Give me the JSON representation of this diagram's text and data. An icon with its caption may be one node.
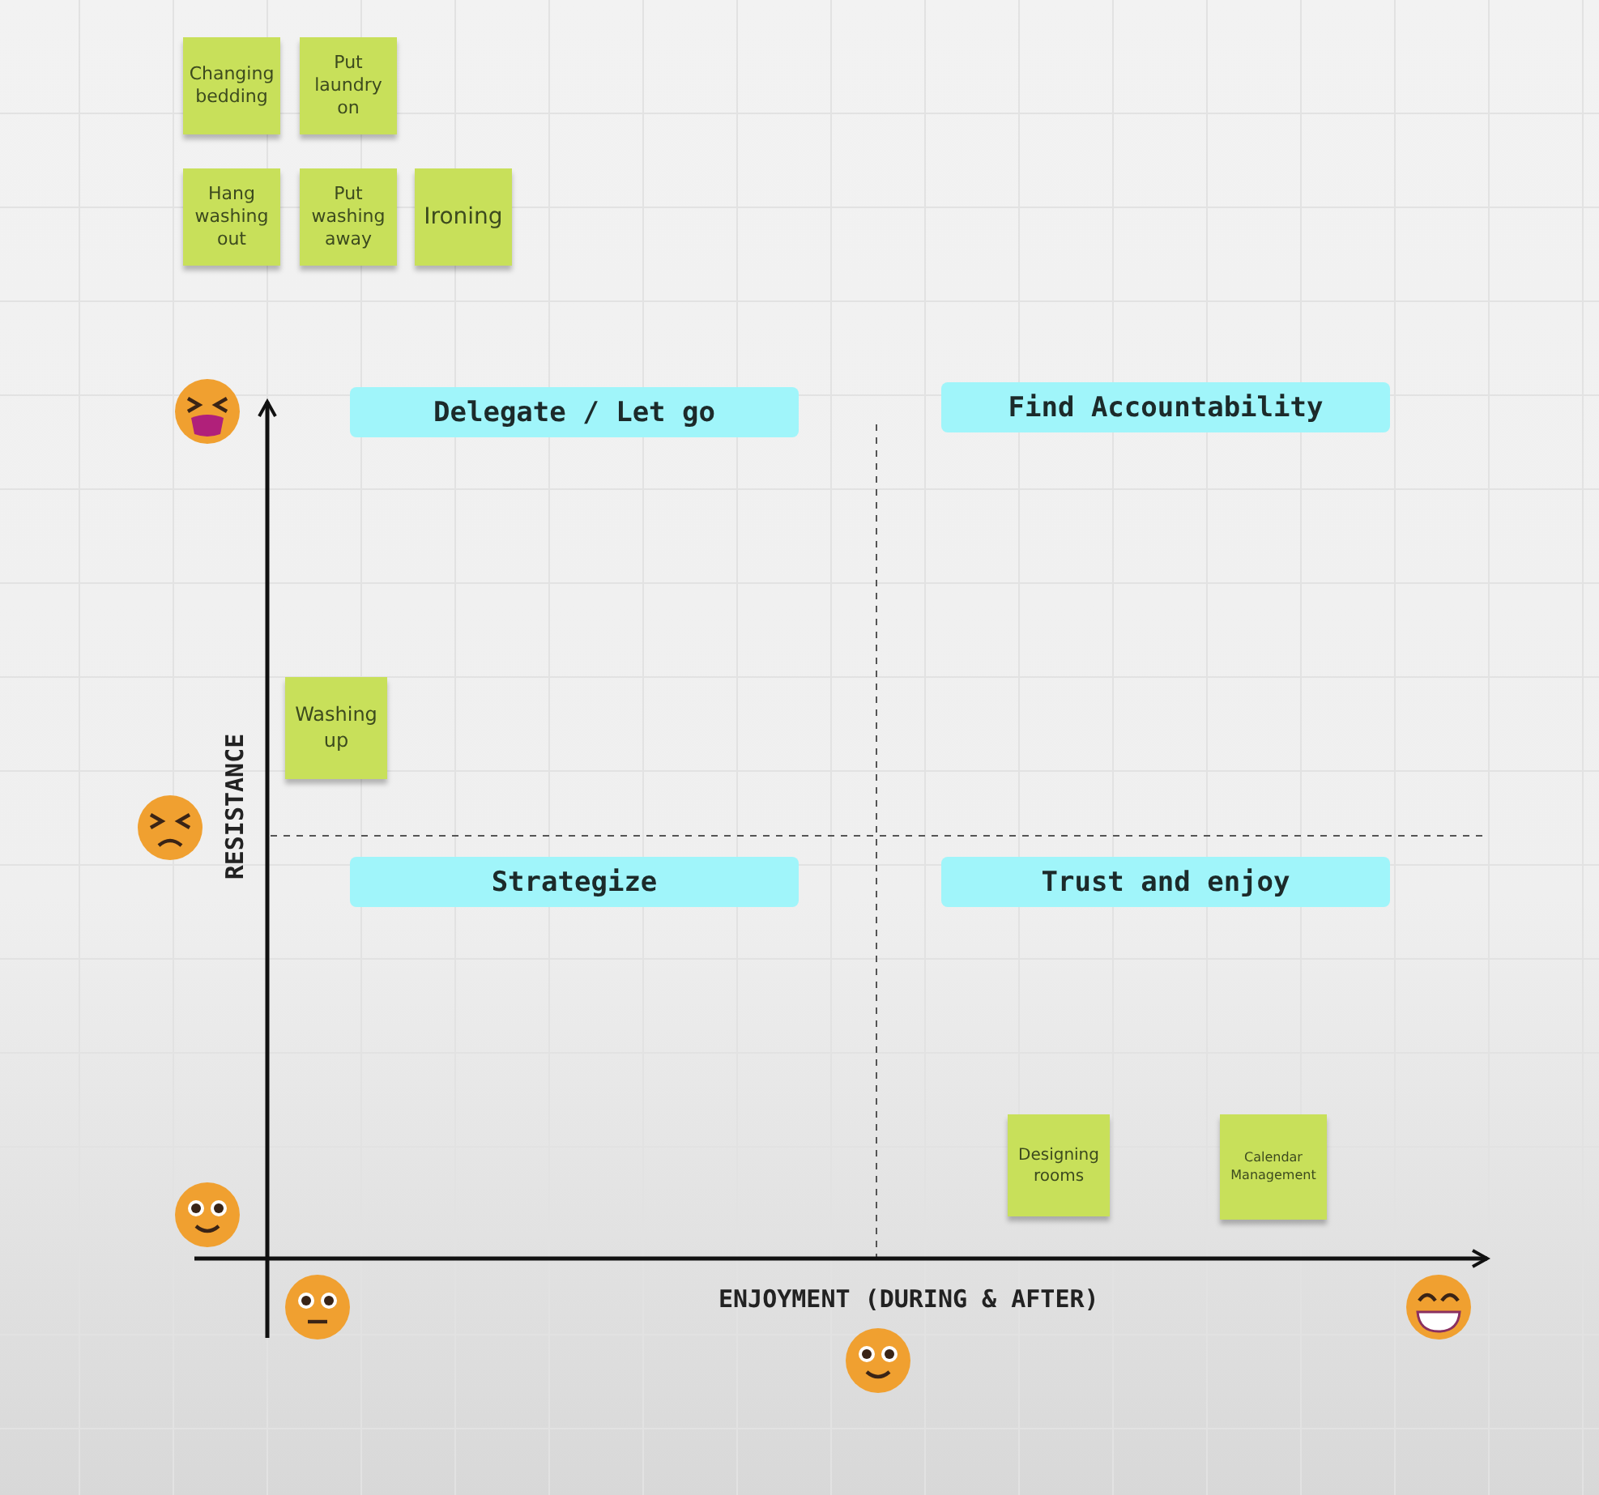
{
  "diagram": {
    "nodes": [
      {
        "text": [
          "Changing bedding"
        ]
      },
      {
        "text": [
          "Put laundry on"
        ]
      },
      {
        "text": [
          "Hang washing out"
        ]
      },
      {
        "text": [
          "Put washing away"
        ]
      },
      {
        "text": [
          "Ironing"
        ]
      },
      {
        "text": [
          "Delegate / Let go"
        ]
      },
      {
        "text": [
          "Find Accountability"
        ]
      },
      {
        "text": [
          "Washing up"
        ]
      },
      {
        "text": [
          "Strategize"
        ]
      },
      {
        "text": [
          "Trust and enjoy"
        ]
      },
      {
        "text": [
          "Designing rooms"
        ]
      },
      {
        "text": [
          "Calendar Management"
        ]
      }
    ],
    "labels": [
      "RESISTANCE",
      "ENJOYMENT (DURING & AFTER)"
    ]
  }
}
